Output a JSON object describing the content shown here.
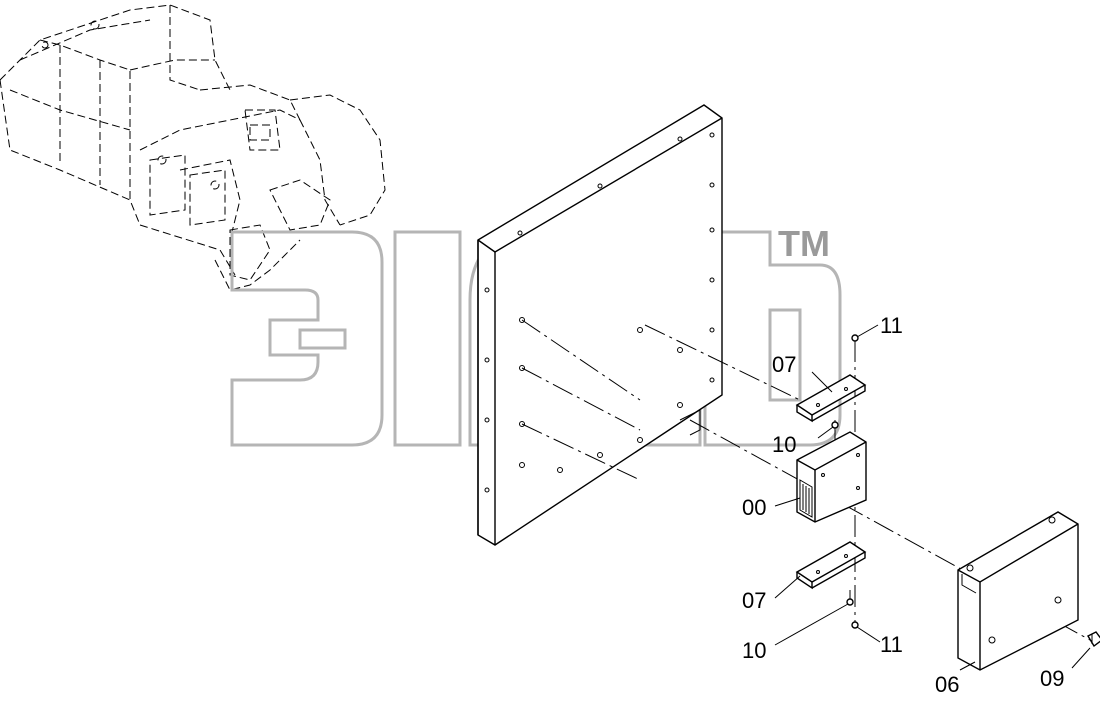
{
  "diagram": {
    "callouts": [
      {
        "id": "11a",
        "text": "11"
      },
      {
        "id": "07a",
        "text": "07"
      },
      {
        "id": "10a",
        "text": "10"
      },
      {
        "id": "00",
        "text": "00"
      },
      {
        "id": "07b",
        "text": "07"
      },
      {
        "id": "10b",
        "text": "10"
      },
      {
        "id": "11b",
        "text": "11"
      },
      {
        "id": "06",
        "text": "06"
      },
      {
        "id": "09",
        "text": "09"
      }
    ],
    "watermark": {
      "trademark": "TM"
    }
  }
}
